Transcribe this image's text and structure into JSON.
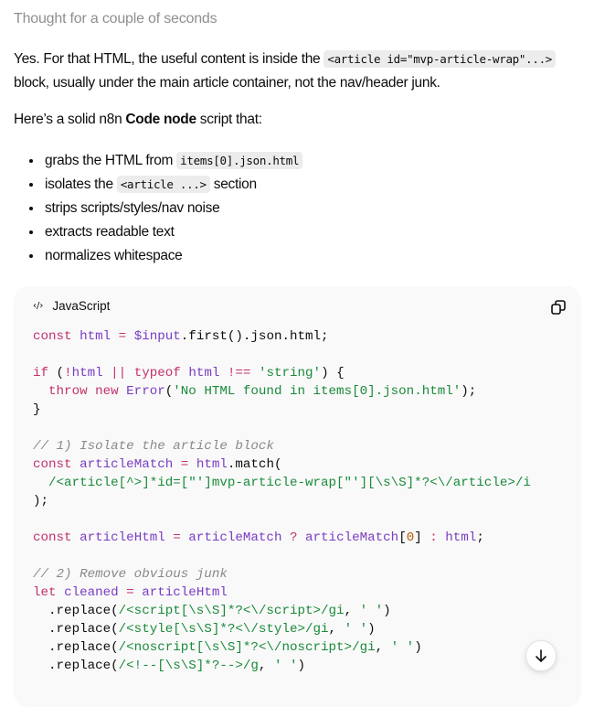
{
  "thought": "Thought for a couple of seconds",
  "intro": {
    "t1": "Yes. For that HTML, the useful content is inside the ",
    "code1": "<article id=\"mvp-article-wrap\"...>",
    "t2": " block, usually under the main article container, not the nav/header junk."
  },
  "lead": {
    "t1": "Here’s a solid n8n ",
    "bold": "Code node",
    "t2": " script that:"
  },
  "bullets": [
    {
      "text": "grabs the HTML from ",
      "code": "items[0].json.html",
      "after": ""
    },
    {
      "text": "isolates the ",
      "code": "<article ...>",
      "after": " section"
    },
    {
      "text": "strips scripts/styles/nav noise",
      "code": "",
      "after": ""
    },
    {
      "text": "extracts readable text",
      "code": "",
      "after": ""
    },
    {
      "text": "normalizes whitespace",
      "code": "",
      "after": ""
    }
  ],
  "code": {
    "language": "JavaScript",
    "lines": [
      [
        [
          "k",
          "const "
        ],
        [
          "v",
          "html"
        ],
        [
          "o",
          " = "
        ],
        [
          "v",
          "$input"
        ],
        [
          "p",
          ".first().json.html;"
        ]
      ],
      [],
      [
        [
          "k",
          "if "
        ],
        [
          "p",
          "("
        ],
        [
          "o",
          "!"
        ],
        [
          "v",
          "html"
        ],
        [
          "o",
          " || "
        ],
        [
          "k",
          "typeof "
        ],
        [
          "v",
          "html"
        ],
        [
          "o",
          " !== "
        ],
        [
          "s",
          "'string'"
        ],
        [
          "p",
          ") {"
        ]
      ],
      [
        [
          "p",
          "  "
        ],
        [
          "k",
          "throw new "
        ],
        [
          "v",
          "Error"
        ],
        [
          "p",
          "("
        ],
        [
          "s",
          "'No HTML found in items[0].json.html'"
        ],
        [
          "p",
          ");"
        ]
      ],
      [
        [
          "p",
          "}"
        ]
      ],
      [],
      [
        [
          "c",
          "// 1) Isolate the article block"
        ]
      ],
      [
        [
          "k",
          "const "
        ],
        [
          "v",
          "articleMatch"
        ],
        [
          "o",
          " = "
        ],
        [
          "v",
          "html"
        ],
        [
          "p",
          ".match("
        ]
      ],
      [
        [
          "p",
          "  "
        ],
        [
          "s",
          "/<article[^>]*id=[\"']mvp-article-wrap[\"'][\\s\\S]*?<\\/article>/i"
        ]
      ],
      [
        [
          "p",
          ");"
        ]
      ],
      [],
      [
        [
          "k",
          "const "
        ],
        [
          "v",
          "articleHtml"
        ],
        [
          "o",
          " = "
        ],
        [
          "v",
          "articleMatch"
        ],
        [
          "o",
          " ? "
        ],
        [
          "v",
          "articleMatch"
        ],
        [
          "p",
          "["
        ],
        [
          "n",
          "0"
        ],
        [
          "p",
          "]"
        ],
        [
          "o",
          " : "
        ],
        [
          "v",
          "html"
        ],
        [
          "p",
          ";"
        ]
      ],
      [],
      [
        [
          "c",
          "// 2) Remove obvious junk"
        ]
      ],
      [
        [
          "k",
          "let "
        ],
        [
          "v",
          "cleaned"
        ],
        [
          "o",
          " = "
        ],
        [
          "v",
          "articleHtml"
        ]
      ],
      [
        [
          "p",
          "  .replace("
        ],
        [
          "s",
          "/<script[\\s\\S]*?<\\/script>/gi"
        ],
        [
          "p",
          ", "
        ],
        [
          "s",
          "' '"
        ],
        [
          "p",
          ")"
        ]
      ],
      [
        [
          "p",
          "  .replace("
        ],
        [
          "s",
          "/<style[\\s\\S]*?<\\/style>/gi"
        ],
        [
          "p",
          ", "
        ],
        [
          "s",
          "' '"
        ],
        [
          "p",
          ")"
        ]
      ],
      [
        [
          "p",
          "  .replace("
        ],
        [
          "s",
          "/<noscript[\\s\\S]*?<\\/noscript>/gi"
        ],
        [
          "p",
          ", "
        ],
        [
          "s",
          "' '"
        ],
        [
          "p",
          ")"
        ]
      ],
      [
        [
          "p",
          "  .replace("
        ],
        [
          "s",
          "/<!--[\\s\\S]*?-->/g"
        ],
        [
          "p",
          ", "
        ],
        [
          "s",
          "' '"
        ],
        [
          "p",
          ")"
        ]
      ]
    ]
  },
  "icons": {
    "code": "code-brackets-icon",
    "copy": "copy-icon",
    "scroll": "arrow-down-icon"
  }
}
